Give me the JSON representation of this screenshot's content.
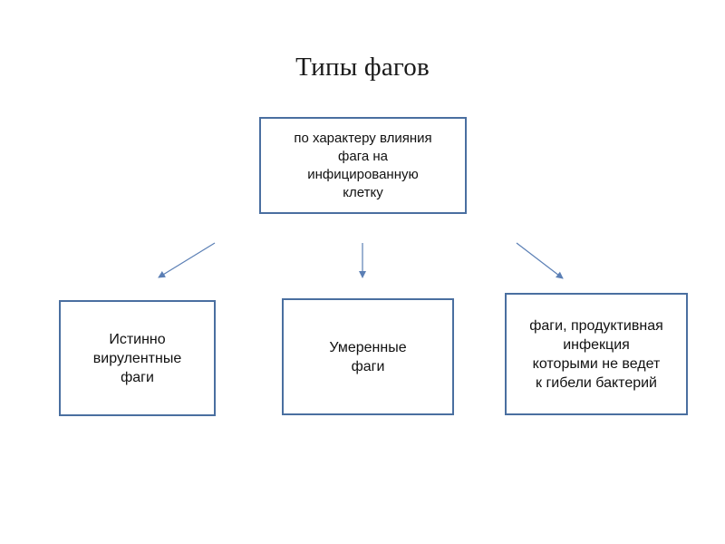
{
  "slide": {
    "title": "Типы фагов"
  },
  "diagram": {
    "root": {
      "label": "по характеру влияния\nфага на\nинфицированную\nклетку"
    },
    "children": [
      {
        "label": "Истинно\nвирулентные\nфаги"
      },
      {
        "label": "Умеренные\nфаги"
      },
      {
        "label": "фаги, продуктивная\nинфекция\nкоторыми не ведет\nк гибели бактерий"
      }
    ]
  },
  "colors": {
    "box_border": "#4a6fa0",
    "arrow": "#5b7fb5",
    "text": "#111111",
    "background": "#ffffff"
  }
}
